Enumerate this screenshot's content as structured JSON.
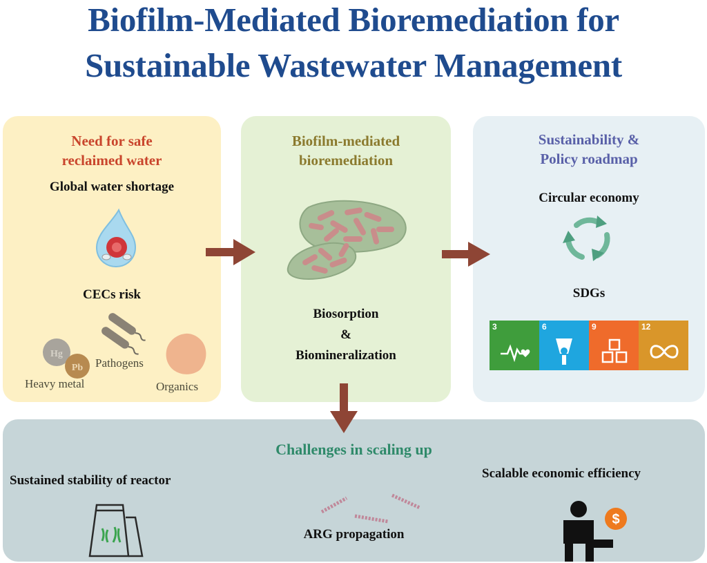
{
  "title": {
    "line1": "Biofilm-Mediated Bioremediation for",
    "line2": "Sustainable Wastewater Management"
  },
  "panels": {
    "need": {
      "title_line1": "Need for safe",
      "title_line2": "reclaimed water",
      "title_color": "#c9452c",
      "water_shortage": "Global water shortage",
      "cecs_risk": "CECs risk",
      "heavy_metal": "Heavy metal",
      "pathogens": "Pathogens",
      "organics": "Organics",
      "metal_symbols": [
        "Hg",
        "Pb"
      ]
    },
    "biofilm": {
      "title_line1": "Biofilm-mediated",
      "title_line2": "bioremediation",
      "title_color": "#8b7a2e",
      "mechanism_line1": "Biosorption",
      "mechanism_line2": "&",
      "mechanism_line3": "Biomineralization"
    },
    "sustainability": {
      "title_line1": "Sustainability &",
      "title_line2": "Policy roadmap",
      "title_color": "#5960a8",
      "circular_economy": "Circular economy",
      "sdgs": "SDGs",
      "sdg_tiles": [
        {
          "number": "3",
          "color": "#3f9d3c",
          "icon": "heartbeat-icon"
        },
        {
          "number": "6",
          "color": "#1fa6df",
          "icon": "water-tap-icon"
        },
        {
          "number": "9",
          "color": "#ef6b2b",
          "icon": "cubes-icon"
        },
        {
          "number": "12",
          "color": "#d9962a",
          "icon": "infinity-icon"
        }
      ]
    },
    "challenges": {
      "title": "Challenges in scaling up",
      "title_color": "#2f8a6a",
      "reactor_stability": "Sustained stability of reactor",
      "arg_propagation": "ARG propagation",
      "economic_efficiency": "Scalable economic efficiency",
      "coin_symbol": "$"
    }
  },
  "colors": {
    "arrow": "#8e4535",
    "title": "#1f4b8e"
  }
}
